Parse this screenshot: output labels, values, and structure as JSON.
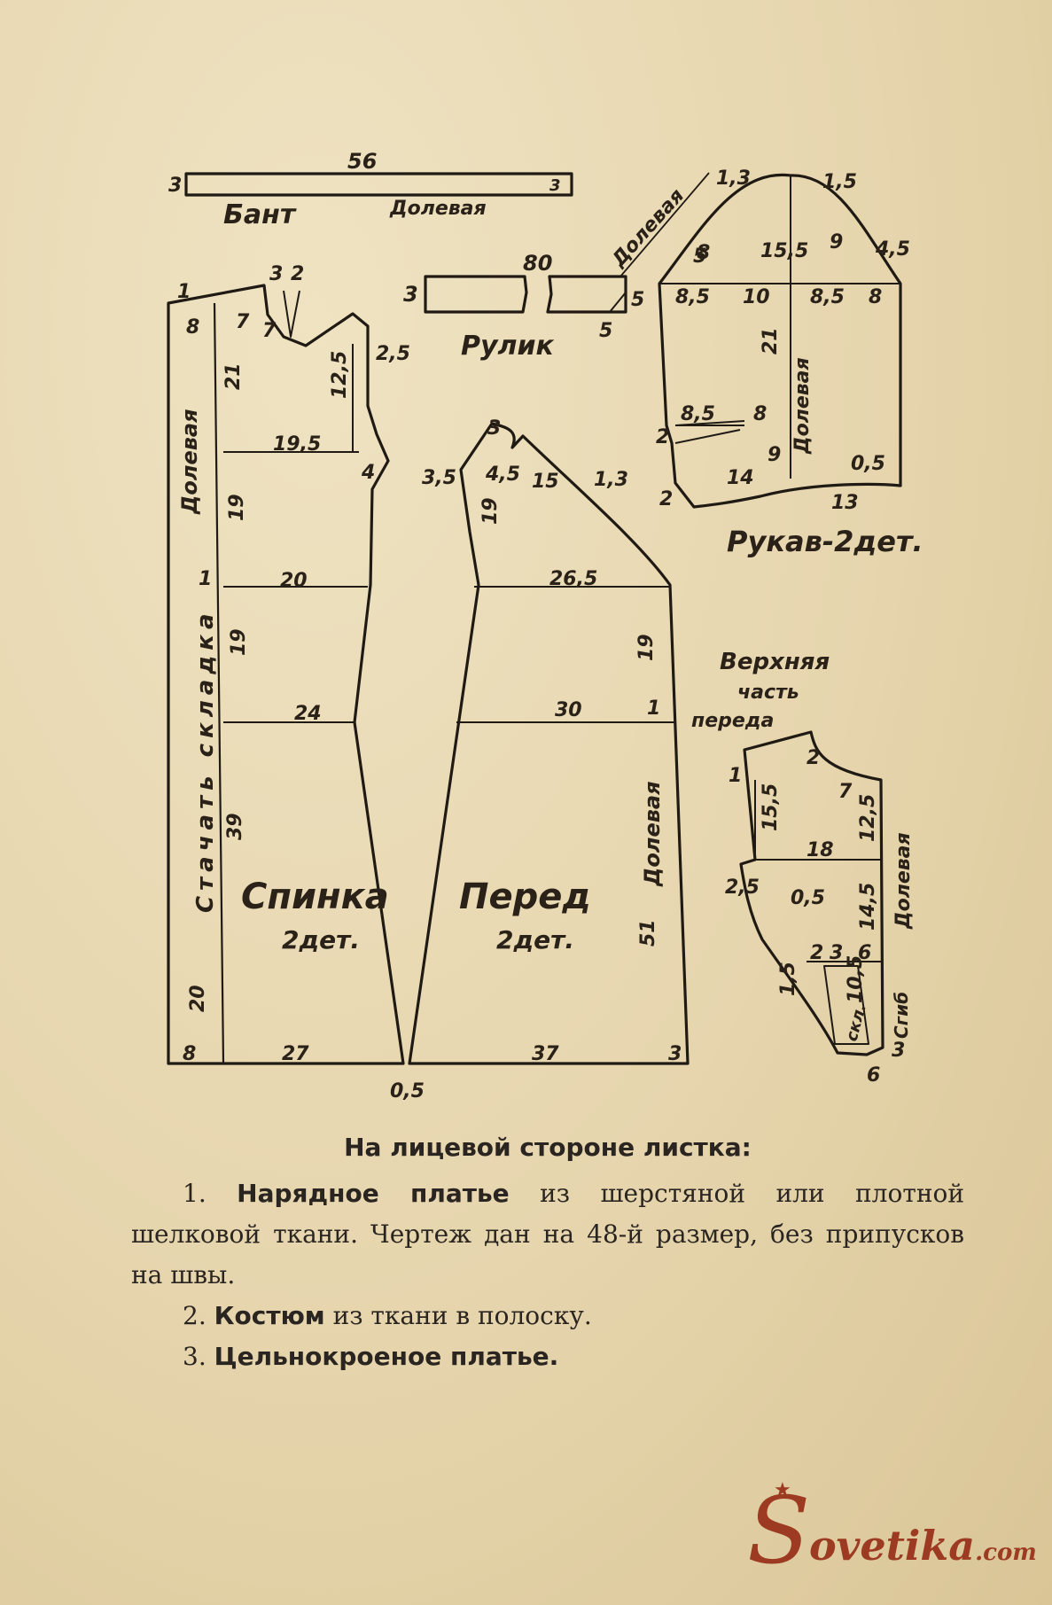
{
  "pattern": {
    "bow": {
      "title": "Бант",
      "grain": "Долевая",
      "length": "56",
      "width": "3",
      "end_mark": "3"
    },
    "roll": {
      "title": "Рулик",
      "length": "80",
      "width": "3",
      "end_height": "5",
      "end_width": "5",
      "grain": "Долевая"
    },
    "sleeve": {
      "title": "Рукав-2дет.",
      "grain": "Долевая",
      "labels": [
        "1,3",
        "1,5",
        "8",
        "15,5",
        "9",
        "4,5",
        "8,5",
        "10",
        "8,5",
        "8",
        "21",
        "8,5",
        "8",
        "2",
        "9",
        "14",
        "0,5",
        "2",
        "13",
        "5"
      ]
    },
    "back": {
      "title": "Спинка",
      "count": "2дет.",
      "fold_label": "Стачать складка",
      "grain": "Долевая",
      "labels": [
        "1",
        "3",
        "2",
        "8",
        "7",
        "7",
        "21",
        "12,5",
        "2,5",
        "19,5",
        "4",
        "19",
        "1",
        "20",
        "19",
        "24",
        "39",
        "20",
        "8",
        "27",
        "0,5"
      ]
    },
    "front": {
      "title": "Перед",
      "count": "2дет.",
      "grain": "Долевая",
      "labels": [
        "3",
        "3,5",
        "4,5",
        "15",
        "1,3",
        "19",
        "26,5",
        "19",
        "30",
        "1",
        "51",
        "37",
        "3"
      ]
    },
    "upper_front": {
      "title_line1": "Верхняя",
      "title_line2": "часть",
      "title_line3": "переда",
      "grain": "Долевая",
      "fold": "Сгиб",
      "pleat": "скл.",
      "labels": [
        "1",
        "2",
        "7",
        "15,5",
        "12,5",
        "18",
        "2,5",
        "0,5",
        "14,5",
        "2",
        "3",
        "6",
        "1,5",
        "10,5",
        "3",
        "6"
      ]
    }
  },
  "text": {
    "heading": "На лицевой стороне листка:",
    "item1_num": "1.",
    "item1_bold": "Нарядное платье",
    "item1_rest": " из шерстяной или плотной шелковой ткани. Чертеж дан на 48-й размер, без припусков на швы.",
    "item2_num": "2.",
    "item2_bold": "Костюм",
    "item2_rest": " из ткани в полоску.",
    "item3_num": "3.",
    "item3_bold": "Цельнокроеное платье."
  },
  "watermark": {
    "letter": "S",
    "text": "ovetika",
    "suffix": ".com"
  },
  "colors": {
    "paper": "#e8d9b4",
    "ink": "#2a2218",
    "watermark": "#9c3a22"
  }
}
